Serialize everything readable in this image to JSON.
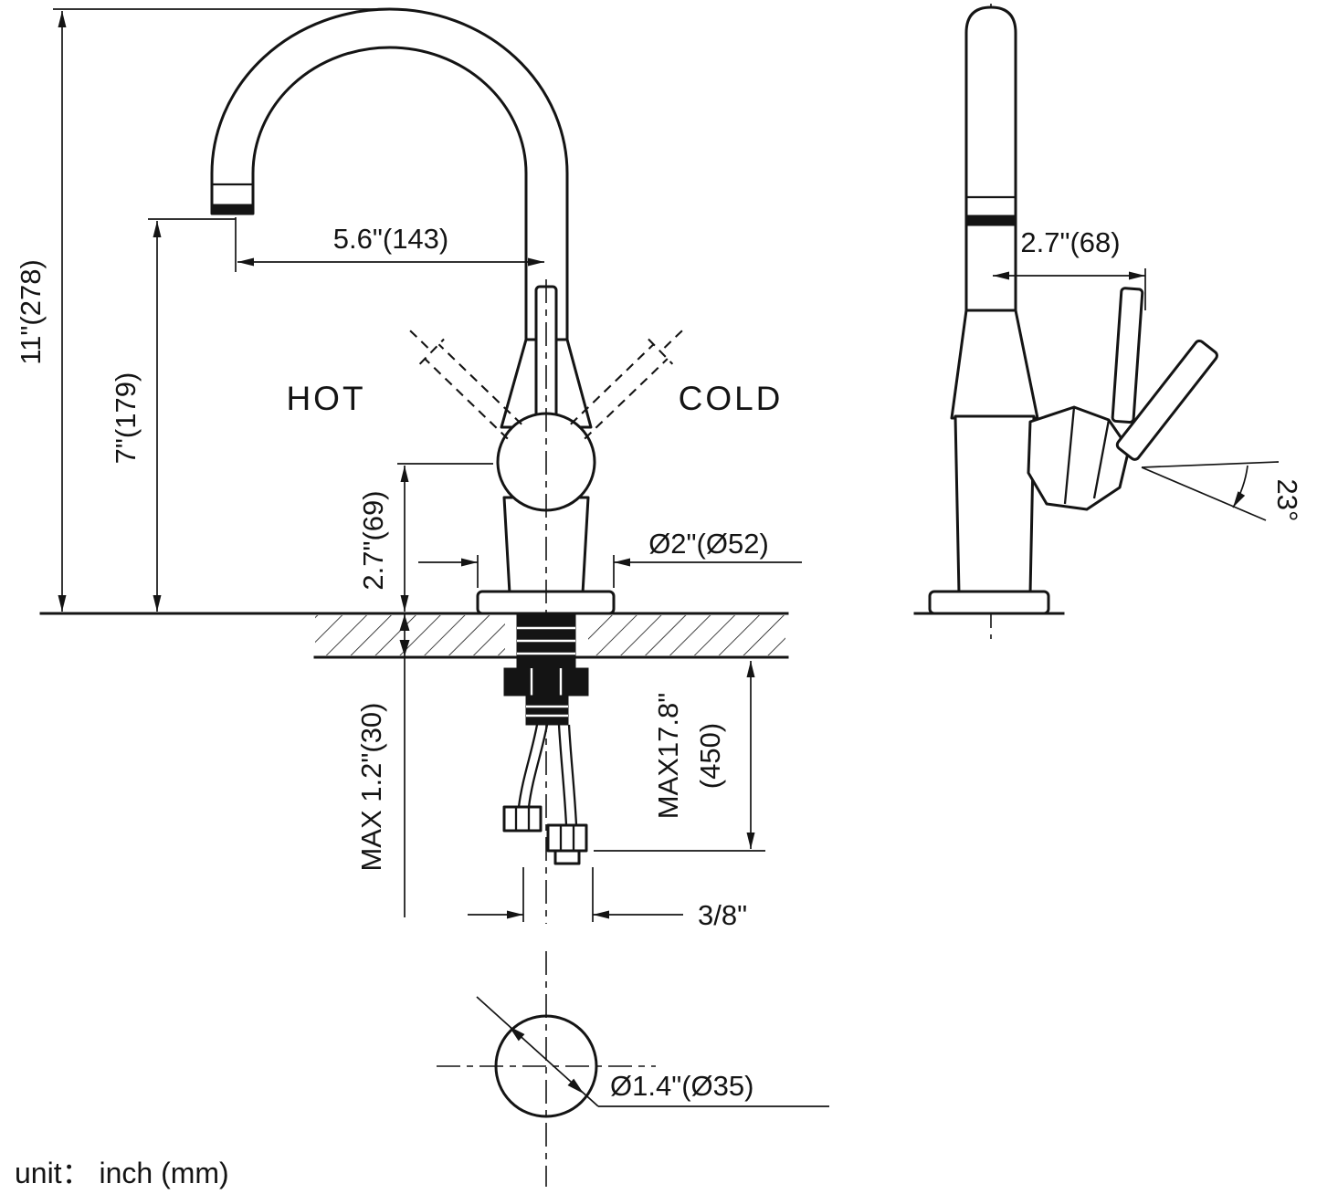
{
  "meta": {
    "unit_note": "unit： inch (mm)"
  },
  "front_view": {
    "hot_label": "HOT",
    "cold_label": "COLD",
    "dim_total_height": "11\"(278)",
    "dim_spout_height": "7\"(179)",
    "dim_spout_reach": "5.6\"(143)",
    "dim_body_height": "2.7\"(69)",
    "dim_base_diameter": "Ø2\"(Ø52)",
    "dim_max_deck_thickness": "MAX 1.2\"(30)",
    "dim_hose_length_line1": "MAX17.8\"",
    "dim_hose_length_line2": "(450)",
    "dim_hose_thread": "3/8\""
  },
  "side_view": {
    "dim_handle_offset": "2.7\"(68)",
    "dim_handle_angle": "23°"
  },
  "detail_view": {
    "dim_hole_diameter": "Ø1.4\"(Ø35)"
  }
}
